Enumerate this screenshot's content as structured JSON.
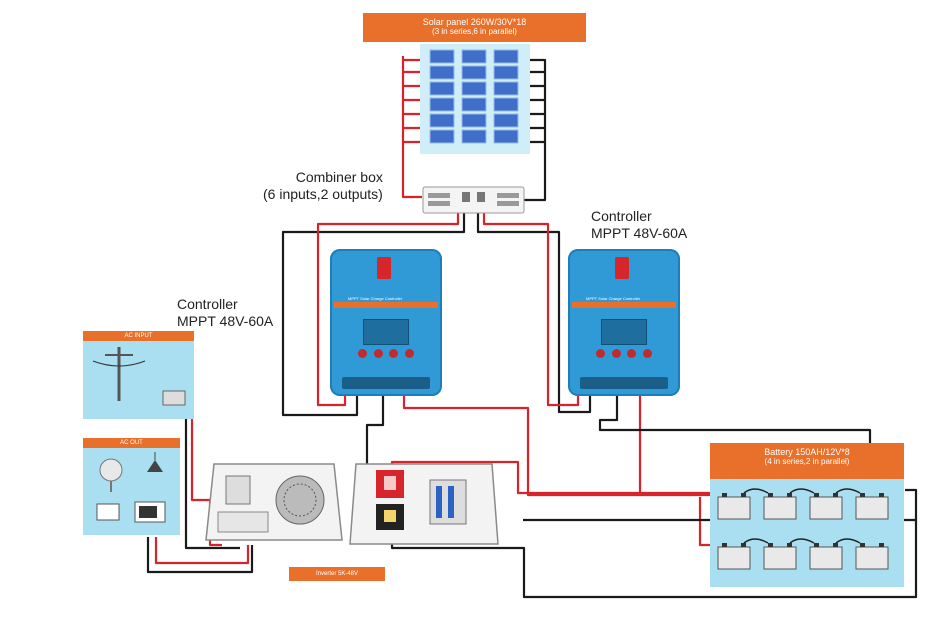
{
  "solar_panel": {
    "title": "Solar panel 260W/30V*18",
    "subtitle": "(3 in series,6 in parallel)"
  },
  "combiner_box": {
    "line1": "Combiner box",
    "line2": "(6 inputs,2 outputs)"
  },
  "controller_left": {
    "line1": "Controller",
    "line2": "MPPT 48V-60A"
  },
  "controller_right": {
    "line1": "Controller",
    "line2": "MPPT 48V-60A"
  },
  "controller_face_text": "MPPT Solar Charge Controller",
  "ac_input": {
    "title": "AC INPUT"
  },
  "ac_out": {
    "title": "AC OUT"
  },
  "inverter": {
    "label": "Inverter 5K-48V"
  },
  "battery": {
    "title": "Battery 150AH/12V*8",
    "subtitle": "(4 in series,2 in parallel)"
  },
  "colors": {
    "accent_orange": "#e8702a",
    "controller_blue": "#2f9ad6",
    "wire_red": "#d9232a",
    "wire_black": "#1a1a1a",
    "panel_bg": "#a9dff0"
  }
}
